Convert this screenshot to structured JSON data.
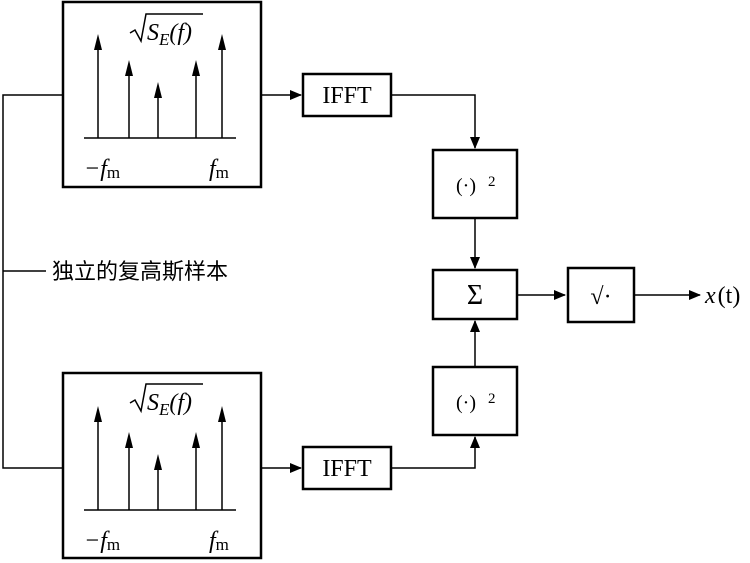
{
  "spectrum_blocks": [
    {
      "label_S": "S",
      "label_E": "E",
      "label_f": "(f)",
      "axis_left": "−f",
      "axis_right": "f",
      "axis_sub": "m"
    },
    {
      "label_S": "S",
      "label_E": "E",
      "label_f": "(f)",
      "axis_left": "−f",
      "axis_right": "f",
      "axis_sub": "m"
    }
  ],
  "input_label": "独立的复高斯样本",
  "ifft_label": "IFFT",
  "square_label": "(·)",
  "square_exp": "2",
  "sum_label": "Σ",
  "sqrt_label": "√·",
  "output_x": "x",
  "output_t": "(t)"
}
